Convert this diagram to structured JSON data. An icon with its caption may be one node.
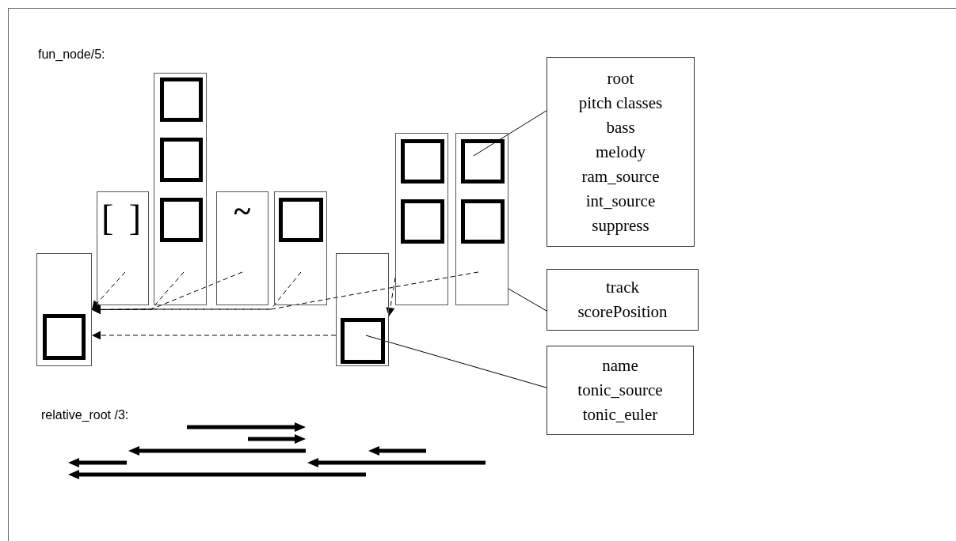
{
  "diagram": {
    "nodes": [
      {
        "text": [],
        "shape": "box"
      },
      {
        "text": [],
        "shape": "box",
        "in": 0
      },
      {
        "text": [
          "[ ]"
        ]
      },
      {
        "text": [],
        "shape": "box"
      },
      {
        "text": [],
        "shape": "box",
        "in": 3
      },
      {
        "text": [],
        "shape": "box",
        "in": 3
      },
      {
        "text": [],
        "shape": "box",
        "in": 3
      },
      {
        "text": [
          "~"
        ]
      },
      {
        "text": [],
        "shape": "box"
      },
      {
        "text": [],
        "shape": "box",
        "in": 8
      },
      {
        "text": [],
        "shape": "box"
      },
      {
        "text": [],
        "shape": "box",
        "in": 10
      },
      {
        "text": [],
        "shape": "box"
      },
      {
        "text": [],
        "shape": "box",
        "in": 12
      },
      {
        "text": [],
        "shape": "box",
        "in": 12
      },
      {
        "text": [],
        "shape": "box"
      },
      {
        "text": [],
        "shape": "box",
        "in": 15
      },
      {
        "text": [],
        "shape": "box",
        "in": 15
      },
      {
        "text": [
          "root",
          "pitch classes",
          "bass",
          "melody",
          "ram_source",
          "int_source",
          "suppress"
        ]
      },
      {
        "text": [
          "track",
          "scorePosition"
        ]
      },
      {
        "text": [
          "name",
          "tonic_source",
          "tonic_euler"
        ]
      }
    ],
    "edges": [
      {
        "from": 2,
        "to": 0,
        "arrow": "to",
        "style": "dashed"
      },
      {
        "from": 3,
        "to": 0,
        "arrow": "to",
        "style": "dashed"
      },
      {
        "from": 7,
        "to": 0,
        "arrow": "to",
        "style": "dashed"
      },
      {
        "from": 8,
        "to": 0,
        "arrow": "to",
        "style": "dashed"
      },
      {
        "from": 15,
        "to": 0,
        "arrow": "to",
        "style": "dashed"
      },
      {
        "from": 12,
        "to": 10,
        "arrow": "to",
        "style": "dashed"
      },
      {
        "from": 10,
        "to": 0,
        "arrow": "to",
        "style": "dashed"
      },
      {
        "from": 18,
        "to": 16,
        "arrow": "none"
      },
      {
        "from": 19,
        "to": 15,
        "arrow": "none"
      },
      {
        "from": 20,
        "to": 11,
        "arrow": "none"
      }
    ],
    "labels": [
      "fun_node/5:",
      "relative_root /3:"
    ]
  }
}
